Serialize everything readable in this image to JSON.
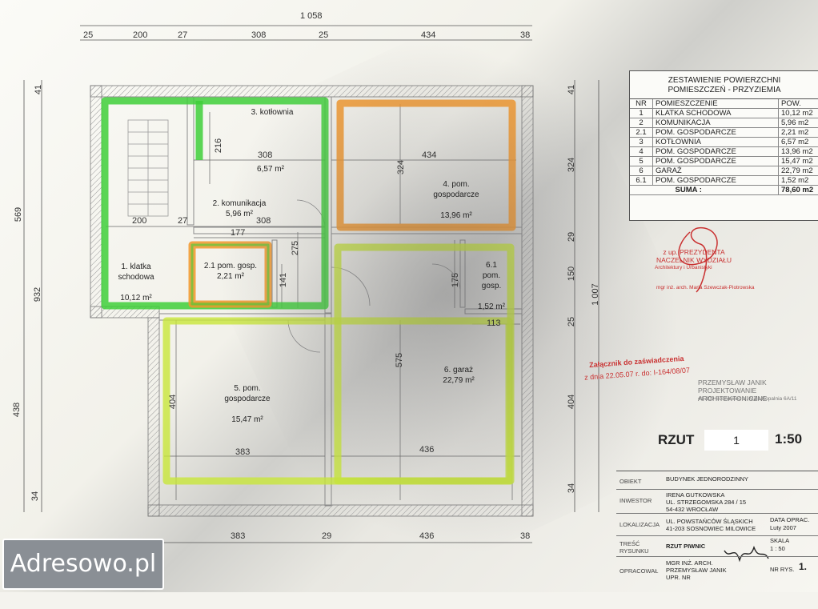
{
  "watermark": "Adresowo.pl",
  "dimensions": {
    "top_total": "1 058",
    "top_segments": [
      "25",
      "200",
      "27",
      "308",
      "25",
      "434",
      "38"
    ],
    "bottom_segments": [
      "383",
      "29",
      "436",
      "38"
    ],
    "left_outer": [
      "41",
      "569",
      "932",
      "438",
      "34"
    ],
    "right_outer": [
      "41",
      "324",
      "29",
      "150",
      "1 007",
      "25",
      "404",
      "34"
    ],
    "interior": {
      "d216": "216",
      "d308a": "308",
      "d434": "434",
      "d324": "324",
      "d200": "200",
      "d27": "27",
      "d308b": "308",
      "d177": "177",
      "d275": "275",
      "d141": "141",
      "d175": "175",
      "d113": "113",
      "d575": "575",
      "d404a": "404",
      "d404b": "404",
      "d383": "383",
      "d436": "436"
    }
  },
  "rooms": [
    {
      "label": "3. kotłownia",
      "area": "6,57 m²"
    },
    {
      "label": "4. pom.\ngospodarcze",
      "area": "13,96 m²"
    },
    {
      "label": "2. komunikacja",
      "area": "5,96 m²"
    },
    {
      "label": "1. klatka\nschodowa",
      "area": "10,12 m²"
    },
    {
      "label": "2.1 pom. gosp.",
      "area": "2,21 m²"
    },
    {
      "label": "6.1\npom.\ngosp.",
      "area": "1,52 m²"
    },
    {
      "label": "5. pom.\ngospodarcze",
      "area": "15,47 m²"
    },
    {
      "label": "6. garaż",
      "area": "22,79 m²"
    }
  ],
  "area_table": {
    "title": "ZESTAWIENIE POWIERZCHNI\nPOMIESZCZEŃ - PRZYZIEMIA",
    "headers": [
      "NR",
      "POMIESZCZENIE",
      "POW."
    ],
    "rows": [
      [
        "1",
        "KLATKA SCHODOWA",
        "10,12",
        "m2"
      ],
      [
        "2",
        "KOMUNIKACJA",
        "5,96",
        "m2"
      ],
      [
        "2.1",
        "POM. GOSPODARCZE",
        "2,21",
        "m2"
      ],
      [
        "3",
        "KOTŁOWNIA",
        "6,57",
        "m2"
      ],
      [
        "4",
        "POM. GOSPODARCZE",
        "13,96",
        "m2"
      ],
      [
        "5",
        "POM. GOSPODARCZE",
        "15,47",
        "m2"
      ],
      [
        "6",
        "GARAŻ",
        "22,79",
        "m2"
      ],
      [
        "6.1",
        "POM. GOSPODARCZE",
        "1,52",
        "m2"
      ]
    ],
    "sum_label": "SUMA :",
    "sum_value": "78,60",
    "sum_unit": "m2"
  },
  "stamps": {
    "approval": "z up. PREZYDENTA\nNACZELNIK WYDZIAŁU",
    "approval_sub": "Architektury i Urbanistyki",
    "approval_name": "mgr inż. arch. Maria Szewczak-Piotrowska",
    "attachment": "Załącznik do zaświadczenia",
    "attachment_date": "z dnia 22.05.07 r. do: I-164/08/07",
    "designer": "PRZEMYSŁAW JANIK\nPROJEKTOWANIE ARCHITEKTONICZNE",
    "designer_sub": "41-209 Sosnowiec ul. Mała Kopalnia 6A/11"
  },
  "rzut": {
    "label": "RZUT",
    "number": "1",
    "scale": "1:50"
  },
  "title_block": {
    "obiekt_label": "OBIEKT",
    "obiekt": "BUDYNEK JEDNORODZINNY",
    "inwestor_label": "INWESTOR",
    "inwestor": "IRENA GUTKOWSKA\nUL. STRZEGOMSKA 284 / 15\n54-432 WROCŁAW",
    "lokalizacja_label": "LOKALIZACJA",
    "lokalizacja": "UL. POWSTAŃCÓW ŚLĄSKICH\n41-203 SOSNOWIEC MILOWICE",
    "data_label": "DATA OPRAC.",
    "data": "Luty 2007",
    "tresc_label": "TREŚĆ\nRYSUNKU",
    "tresc": "RZUT PIWNIC",
    "skala_label": "SKALA",
    "skala": "1 : 50",
    "opracowal_label": "OPRACOWAŁ",
    "opracowal": "MGR INŻ. ARCH.\nPRZEMYSŁAW JANIK\nUPR. NR",
    "nr_label": "NR RYS.",
    "nr": "1."
  },
  "colors": {
    "green": "#3fcf3a",
    "orange": "#f2962a",
    "yellow_green": "#c8e63a",
    "wall": "#9a9a9a",
    "stamp_red": "#c93030"
  }
}
